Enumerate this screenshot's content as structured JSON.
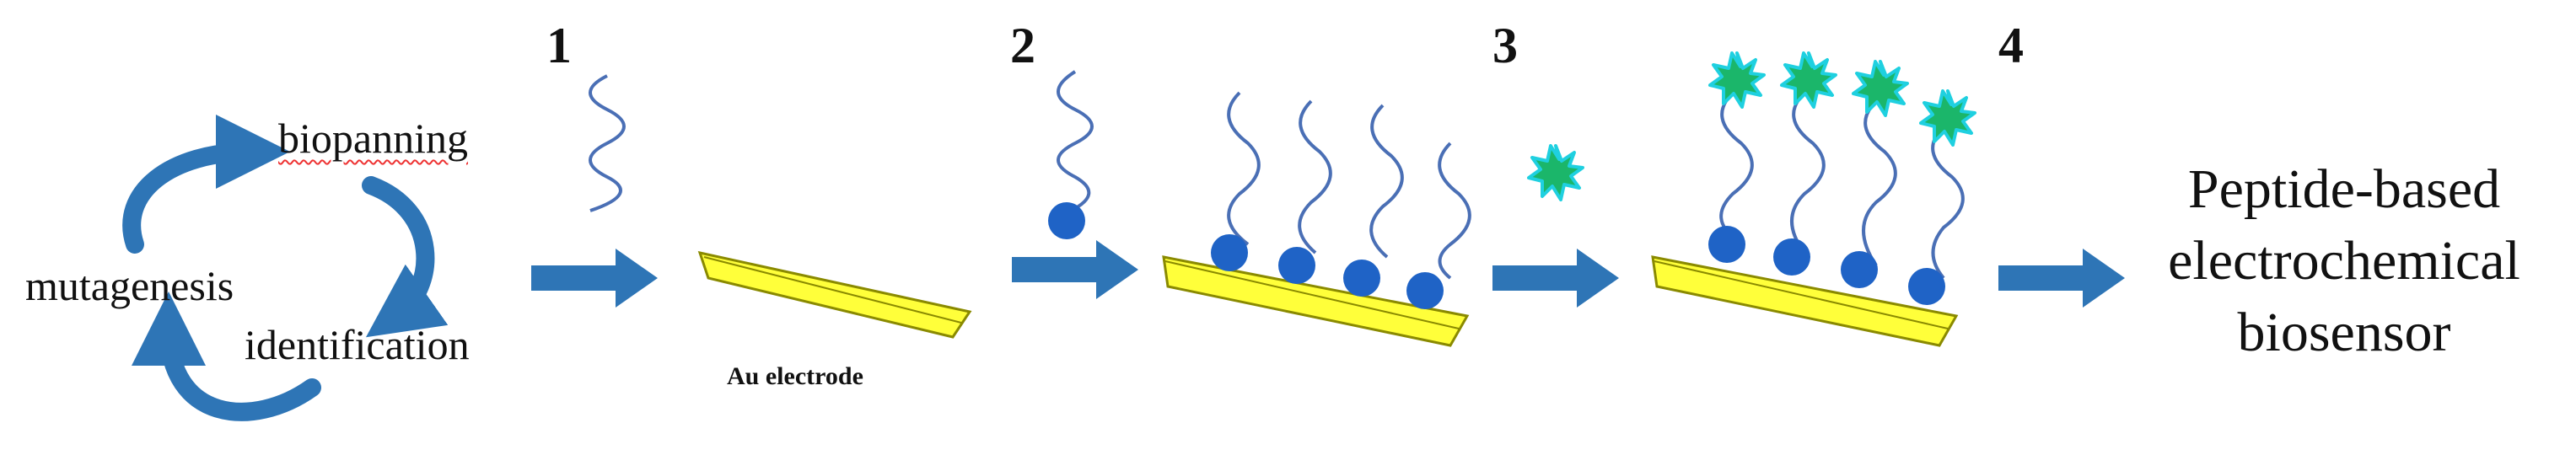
{
  "colors": {
    "arrow": "#2e75b6",
    "electrode_fill": "#ffff3a",
    "electrode_stroke": "#8a8a00",
    "peptide": "#4a6fb5",
    "bead": "#1f63c6",
    "target_fill": "#1bb66a",
    "target_stroke": "#1fd0e0"
  },
  "cycle": {
    "biopanning": "biopanning",
    "identification": "identification",
    "mutagenesis": "mutagenesis",
    "icon": "cycle-arrows"
  },
  "steps": [
    "1",
    "2",
    "3",
    "4"
  ],
  "electrode_label": "Au electrode",
  "result": {
    "line1": "Peptide-based",
    "line2": "electrochemical",
    "line3": "biosensor"
  }
}
